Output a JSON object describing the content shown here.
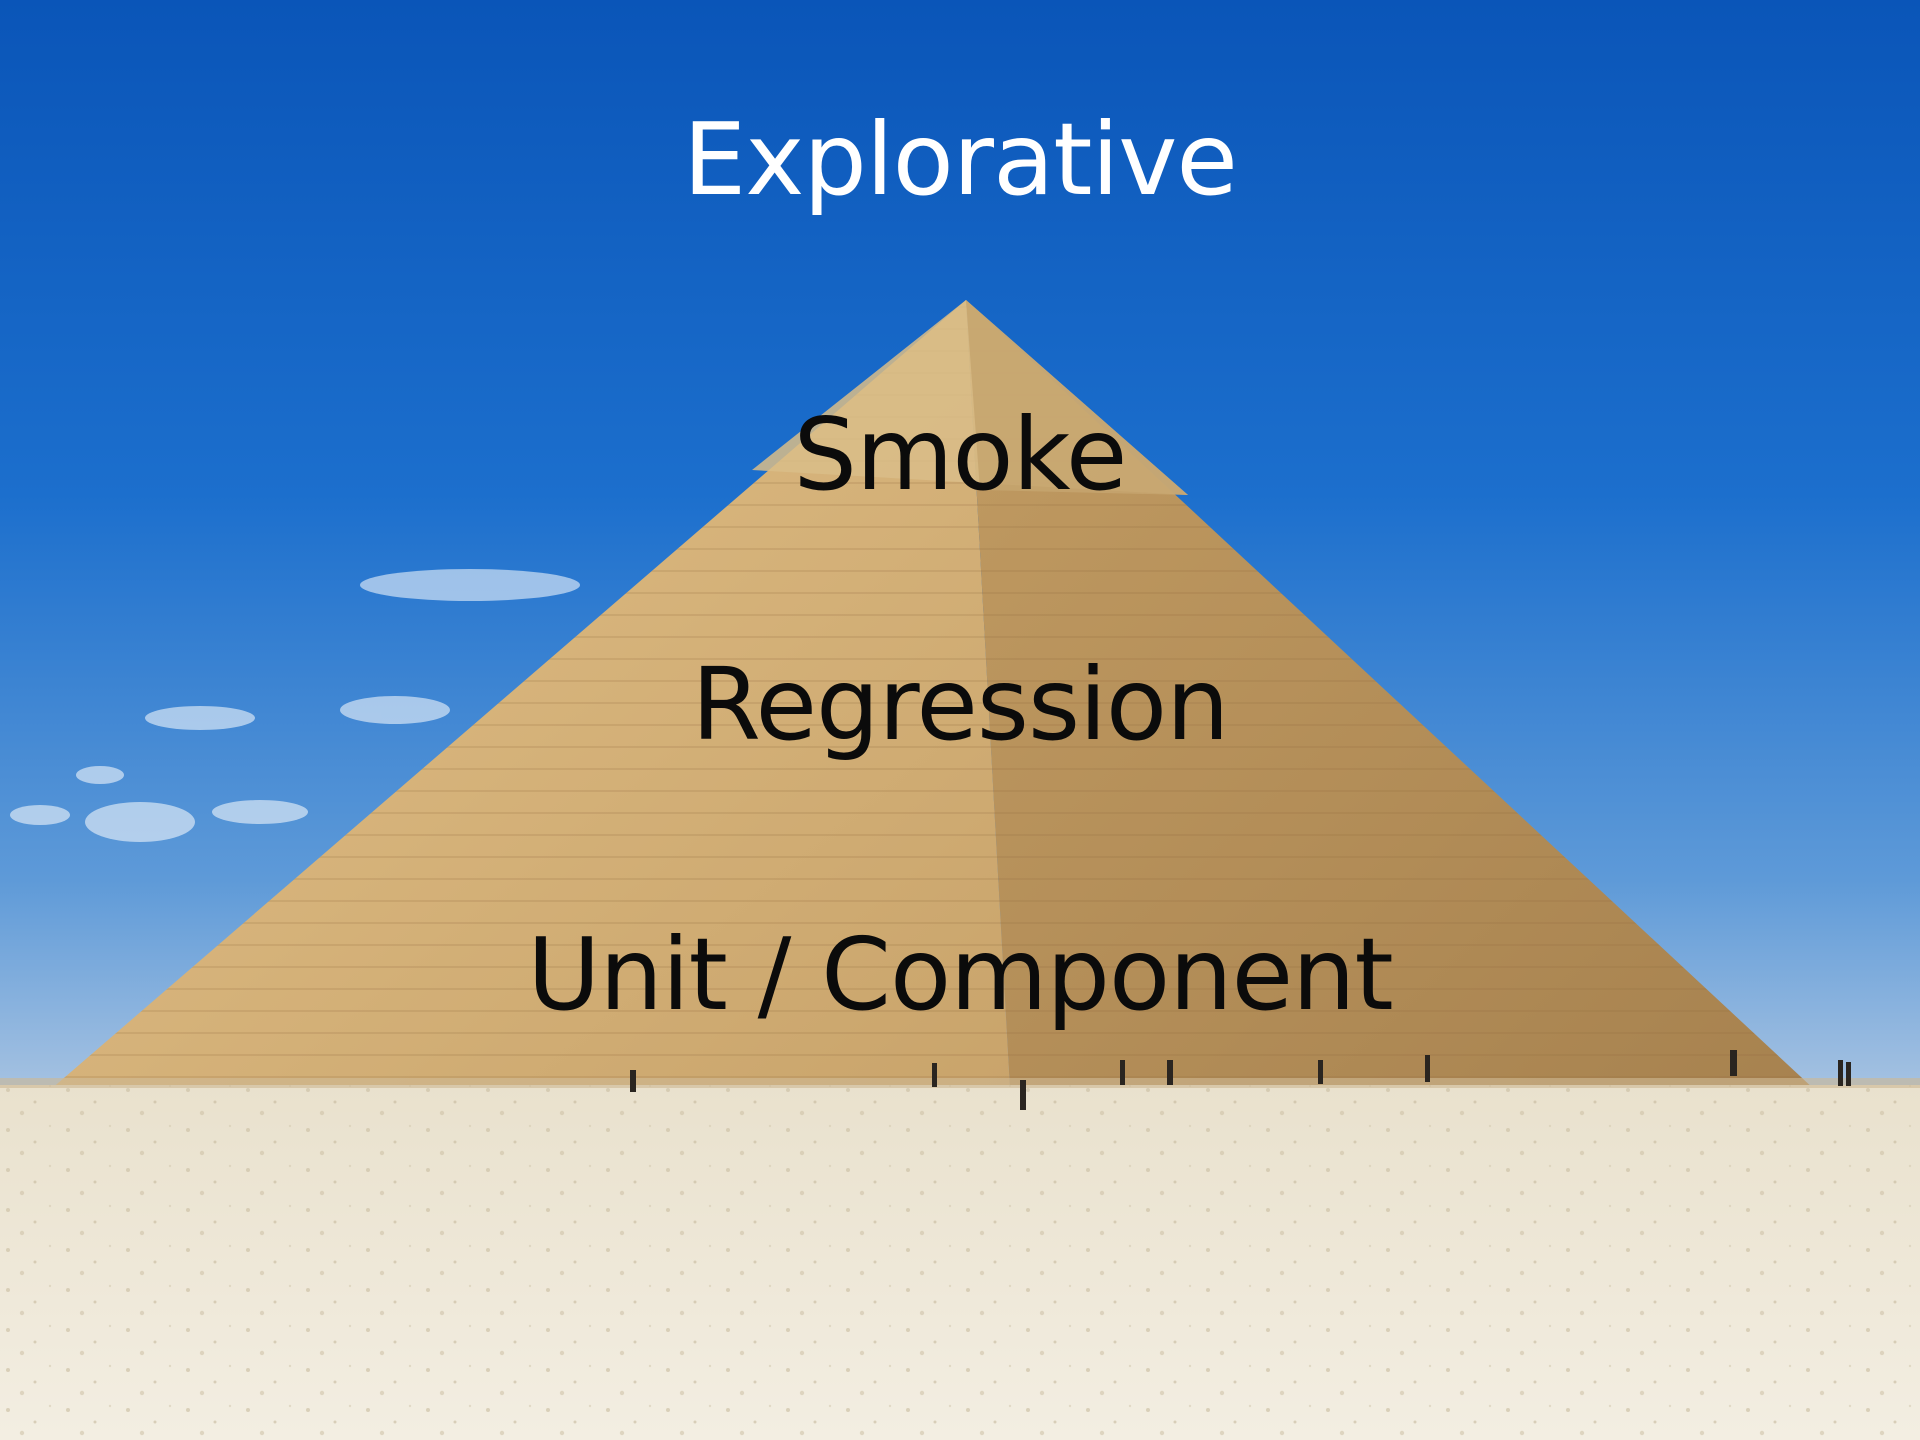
{
  "slide": {
    "labels": {
      "top": "Explorative",
      "second": "Smoke",
      "third": "Regression",
      "base": "Unit / Component"
    }
  },
  "colors": {
    "sky_top": "#0b5bc0",
    "sky_bottom": "#5e9ad8",
    "pyramid_light": "#d8b47c",
    "pyramid_shadow": "#b48e57",
    "ground": "#ece5d4",
    "text_light": "#ffffff",
    "text_dark": "#0b0b0b"
  }
}
